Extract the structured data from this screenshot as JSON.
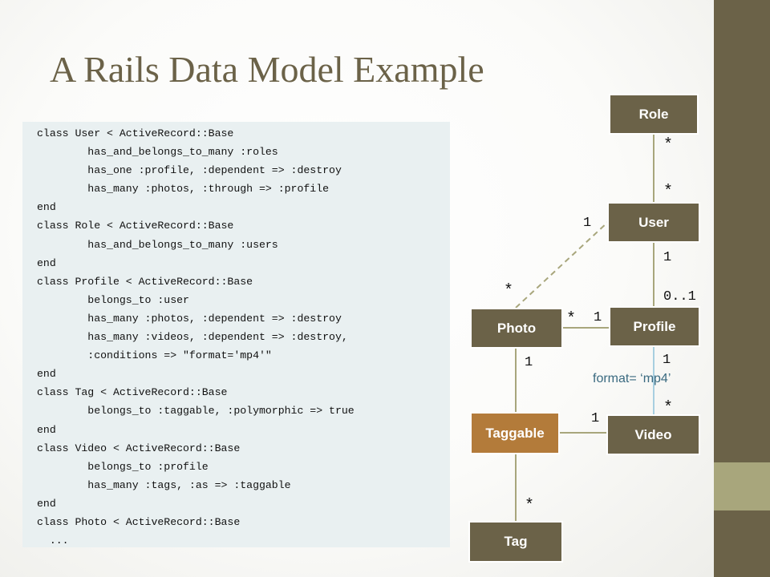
{
  "slide": {
    "title": "A Rails Data Model Example",
    "colors": {
      "band_dark": "#6b6248",
      "band_light": "#a8a67c",
      "box": "#6b6248",
      "box_accent": "#b37b3a",
      "association_line": "#a8a67c",
      "code_bg": "#e9f0f1"
    }
  },
  "code_lines": [
    "class User < ActiveRecord::Base",
    "        has_and_belongs_to_many :roles",
    "        has_one :profile, :dependent => :destroy",
    "        has_many :photos, :through => :profile",
    "end",
    "class Role < ActiveRecord::Base",
    "        has_and_belongs_to_many :users",
    "end",
    "class Profile < ActiveRecord::Base",
    "        belongs_to :user",
    "        has_many :photos, :dependent => :destroy",
    "        has_many :videos, :dependent => :destroy,",
    "        :conditions => \"format='mp4'\"",
    "end",
    "class Tag < ActiveRecord::Base",
    "        belongs_to :taggable, :polymorphic => true",
    "end",
    "class Video < ActiveRecord::Base",
    "        belongs_to :profile",
    "        has_many :tags, :as => :taggable",
    "end",
    "class Photo < ActiveRecord::Base",
    "  ..."
  ],
  "diagram": {
    "classes": {
      "role": "Role",
      "user": "User",
      "profile": "Profile",
      "photo": "Photo",
      "video": "Video",
      "taggable": "Taggable",
      "tag": "Tag"
    },
    "multiplicities": {
      "role_user_role_end": "*",
      "role_user_user_end": "*",
      "user_profile_user_end": "1",
      "user_profile_profile_end": "0..1",
      "user_photo_user_end": "1",
      "user_photo_photo_end": "*",
      "photo_profile_photo_end": "*",
      "photo_profile_profile_end": "1",
      "profile_video_profile_end": "1",
      "profile_video_video_end": "*",
      "photo_taggable_photo_end": "1",
      "taggable_video_video_end": "1",
      "taggable_tag_tag_end": "*"
    },
    "condition_label": "format= ‘mp4’"
  }
}
